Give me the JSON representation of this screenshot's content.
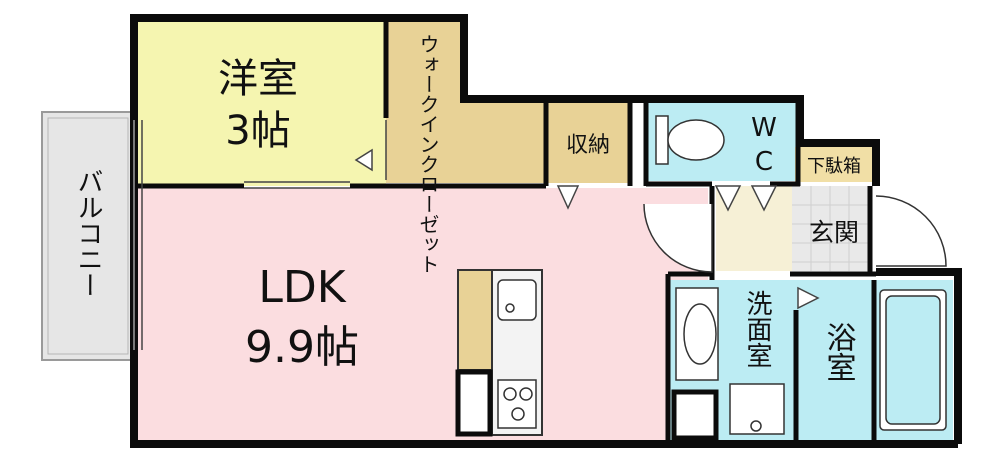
{
  "rooms": {
    "western_room": {
      "name": "洋室",
      "size": "3帖"
    },
    "walk_in_closet": {
      "name": "ウォークインクローゼット"
    },
    "storage": {
      "name": "収納"
    },
    "wc": {
      "line1": "W",
      "line2": "C"
    },
    "shoe_box": {
      "name": "下駄箱"
    },
    "entrance": {
      "name": "玄関"
    },
    "balcony": {
      "name": "バルコニー"
    },
    "ldk": {
      "name": "LDK",
      "size": "9.9帖"
    },
    "washroom": {
      "name": "洗面室"
    },
    "bathroom": {
      "name": "浴室"
    }
  },
  "colors": {
    "western_room": "#f5f5b0",
    "closet": "#e8d296",
    "ldk": "#fbdde0",
    "wet_area": "#bcecf3",
    "entrance": "#f6f0d6",
    "balcony": "#e6e6e6",
    "wall": "#0b0b0b"
  }
}
